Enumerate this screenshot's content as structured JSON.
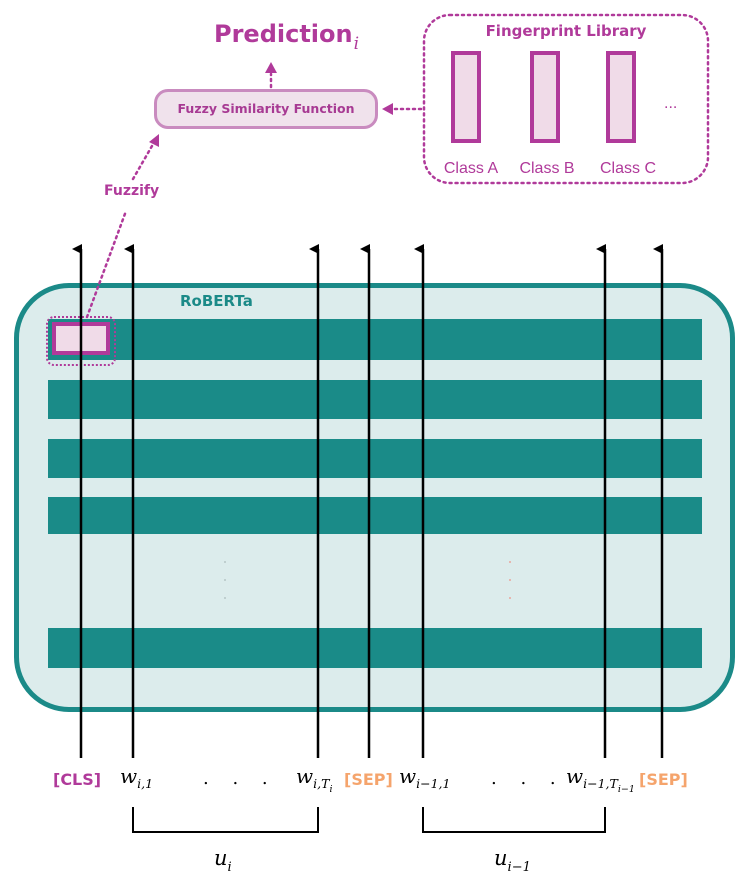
{
  "prediction": {
    "label": "Prediction",
    "subscript": "i"
  },
  "similarity_function": {
    "label": "Fuzzy Similarity Function"
  },
  "fingerprint_library": {
    "title": "Fingerprint Library",
    "classes": [
      "Class A",
      "Class B",
      "Class C"
    ],
    "ellipsis": "..."
  },
  "fuzzify": {
    "label": "Fuzzify"
  },
  "encoder": {
    "label": "RoBERTa"
  },
  "tokens": {
    "cls": "[CLS]",
    "sep_1": "[SEP]",
    "sep_2": "[SEP]",
    "w_i1": {
      "main": "w",
      "sub": "i,1"
    },
    "ellipsis_1": ". . .",
    "w_iTi": {
      "main": "w",
      "sub": "i,T",
      "sub2": "i"
    },
    "w_im11": {
      "main": "w",
      "sub": "i−1,1"
    },
    "ellipsis_2": ". . .",
    "w_im1T": {
      "main": "w",
      "sub": "i−1,T",
      "sub2": "i−1"
    }
  },
  "utterances": {
    "u_i": {
      "main": "u",
      "sub": "i"
    },
    "u_im1": {
      "main": "u",
      "sub": "i−1"
    }
  },
  "colors": {
    "accent": "#b03a9a",
    "encoder": "#1a8b88",
    "encoder_bg": "#dcecec",
    "separator": "#f5a46c"
  }
}
